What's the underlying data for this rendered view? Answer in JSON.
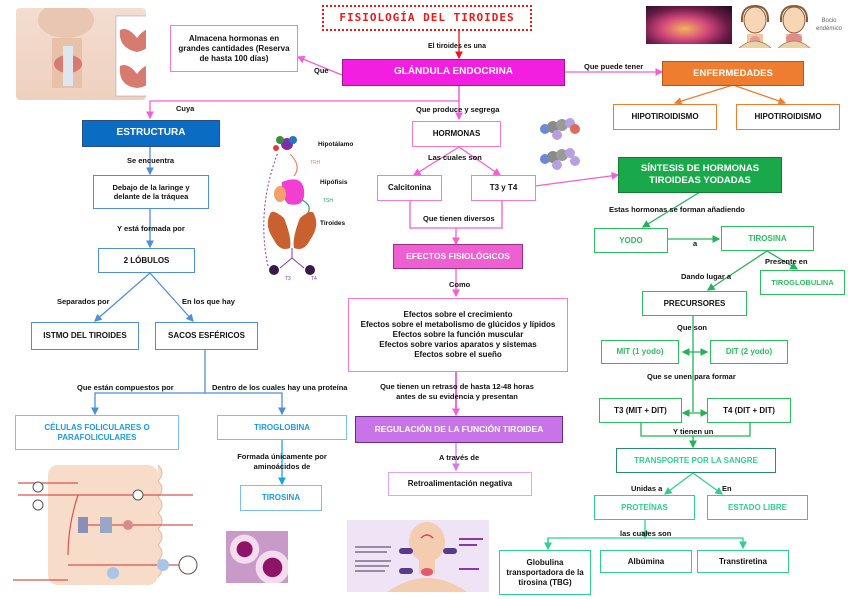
{
  "title": "FISIOLOGÍA DEL TIROIDES",
  "colors": {
    "title": "#e81a1a",
    "pink": "#f21fe0",
    "blue": "#0b6cc4",
    "orange": "#ee7d30",
    "green": "#1aa94a",
    "teal": "#2fcf93",
    "purple": "#c874e8"
  },
  "center": {
    "link_title": "El tiroides es una",
    "gland": "GLÁNDULA ENDOCRINA",
    "link_que": "Que",
    "storage": "Almacena hormonas en grandes cantidades (Reserva de hasta 100 días)",
    "link_diseases": "Que puede tener",
    "link_structure": "Cuya",
    "link_hormones": "Que produce y segrega"
  },
  "diseases": {
    "title": "ENFERMEDADES",
    "items": [
      "HIPOTIROIDISMO",
      "HIPOTIROIDISMO"
    ],
    "image_caption": "Bocio endémico"
  },
  "structure": {
    "title": "ESTRUCTURA",
    "link_location": "Se encuentra",
    "location": "Debajo de la laringe y delante de la tráquea",
    "link_formed": "Y está formada por",
    "lobes": "2 LÓBULOS",
    "link_separated": "Separados por",
    "isthmus": "ISTMO DEL TIROIDES",
    "link_in_which": "En los que hay",
    "sacs": "SACOS ESFÉRICOS",
    "link_composed": "Que están compuestos por",
    "cells": "CÉLULAS FOLICULARES O PARAFOLICULARES",
    "link_protein": "Dentro de los cuales hay una proteína",
    "thyroglobulin": "TIROGLOBINA",
    "link_amino": "Formada únicamente por aminoácidos de",
    "tyrosine": "TIROSINA"
  },
  "hormones": {
    "title": "HORMONAS",
    "link_which": "Las cuales son",
    "items": [
      "Calcitonina",
      "T3 y T4"
    ],
    "link_effects": "Que tienen diversos",
    "effects_title": "EFECTOS FISIOLÓGICOS",
    "link_like": "Como",
    "effects": [
      "Efectos sobre el crecimiento",
      "Efectos sobre el metabolismo de glúcidos y lípidos",
      "Efectos sobre la función muscular",
      "Efectos sobre varios aparatos y sistemas",
      "Efectos sobre el sueño"
    ],
    "link_delay": "Que tienen un retraso de hasta 12-48 horas antes de su evidencia y presentan",
    "regulation": "REGULACIÓN DE LA FUNCIÓN TIROIDEA",
    "link_through": "A través de",
    "feedback": "Retroalimentación negativa",
    "axis_labels": [
      "Hipotálamo",
      "Hipófisis",
      "Tiroides",
      "TRH",
      "TSH",
      "T3",
      "T4"
    ]
  },
  "synthesis": {
    "title": "SÍNTESIS DE HORMONAS TIROIDEAS YODADAS",
    "link_adding": "Estas hormonas se forman añadiendo",
    "iodine": "YODO",
    "link_a": "a",
    "tyrosine": "TIROSINA",
    "link_present": "Presente en",
    "thyroglobulin": "TIROGLOBULINA",
    "link_giving": "Dando lugar a",
    "precursors": "PRECURSORES",
    "link_are": "Que son",
    "mit": "MIT (1 yodo)",
    "dit": "DIT (2 yodo)",
    "link_join": "Que se unen para formar",
    "t3": "T3 (MIT + DIT)",
    "t4": "T4 (DIT + DIT)",
    "link_have": "Y tienen un",
    "transport": "TRANSPORTE POR LA SANGRE",
    "link_bound": "Unidas a",
    "link_in": "En",
    "proteins": "PROTEÍNAS",
    "free": "ESTADO LIBRE",
    "link_which": "las cuales son",
    "carriers": [
      "Globulina transportadora de la tirosina (TBG)",
      "Albúmina",
      "Transtiretina"
    ]
  }
}
